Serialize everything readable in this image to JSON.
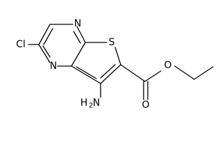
{
  "molecule": {
    "atoms": {
      "cl": "Cl",
      "n_top": "N",
      "n_bottom": "N",
      "s": "S",
      "amino_main": "H",
      "amino_sub": "2",
      "amino_n": "N",
      "o_carbonyl": "O",
      "o_ester": "O"
    },
    "colors": {
      "bond": "#000000",
      "label": "#000000",
      "background": "#ffffff"
    }
  }
}
